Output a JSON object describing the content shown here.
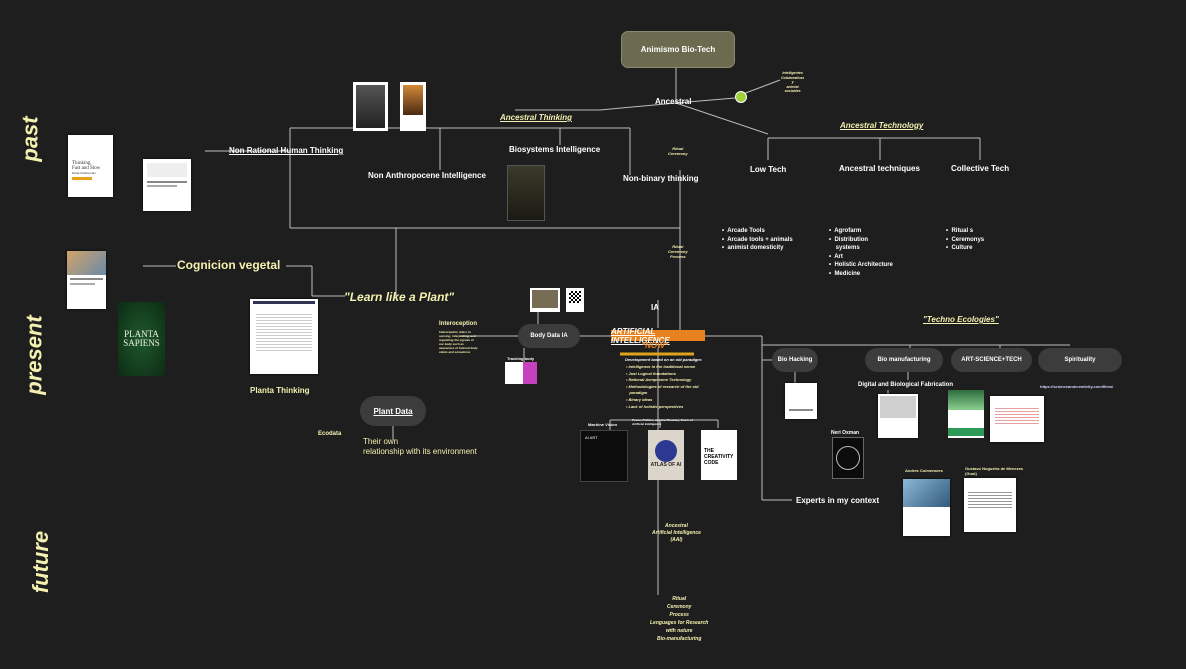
{
  "side_labels": {
    "past": "past",
    "present": "present",
    "future": "future"
  },
  "root": "Animismo Bio-Tech",
  "ancestral": "Ancestral",
  "ancestral_side_note": "Intelligentes\nColaborativas\ny\nanimist\nsociables",
  "ancestral_thinking": "Ancestral Thinking",
  "ancestral_technology": "Ancestral Technology",
  "non_rational": "Non Rational Human Thinking",
  "non_anthropocene": "Non Anthropocene Intelligence",
  "biosystems": "Biosystems  Intelligence",
  "ritual_ceremony": "Ritual\nCeremony",
  "non_binary": "Non-binary thinking",
  "low_tech": "Low Tech",
  "ancestral_techniques": "Ancestral techniques",
  "collective_tech": "Collective Tech",
  "low_tech_list": [
    "Arcade Tools",
    "Arcade tools + animals",
    "animist domesticity"
  ],
  "techniques_list": [
    "Agrofarm",
    "Distribution",
    "systems",
    "Art",
    "Holistic Architecture",
    "Medicine"
  ],
  "collective_list": [
    "Ritual s",
    "Ceremonys",
    "Culture"
  ],
  "ritual_ceremony_process": "Ritual\nCeremony\nProcess",
  "cognicion": "Cognicion vegetal",
  "learn_like_plant": "\"Learn like a Plant\"",
  "ia": "IA",
  "interoception": "Interoception",
  "interoception_note": "Interoception refers to\nsensing, interpreting, and\nregulating the signals of\nour body such as\nawareness of internal body\nstates and sensations",
  "body_data": "Body Data IA",
  "tracking_body": "Tracking body",
  "ai_title": "ARTIFICIAL INTELLIGENCE",
  "ai_now": "*NOW*",
  "ai_intro": "Development based on an old paradigm:",
  "ai_list": [
    "Intelligence in the traditional sense",
    "Just Logical foundations",
    "Rational Aempocene Technology",
    "Methodologies of research of the old",
    "paradigm",
    "Binary ideas",
    "Lack of holistic perspectives"
  ],
  "atlas_note": "Power, Politics, and the Planetary Costs of\nArtificial Intelligence",
  "machine_vision": "Machine Vision",
  "techno_ecologies": "\"Techno Ecologies\"",
  "bio_hacking": "Bio Hacking",
  "bio_manufacturing": "Bio manufacturing",
  "art_science_tech": "ART-SCIENCE+TECH",
  "spirituality": "Spirituality",
  "digital_bio_fab": "Digital and Biological Fabrication",
  "url": "https://scienceandcreativity.com/films/",
  "neri": "Neri Oxman",
  "experts": "Experts in my context",
  "andres": "Andres Colmenares",
  "gustavo": "Gustavo Nogueira de Menezes\n(Gust)",
  "planta_thinking": "Planta Thinking",
  "plant_data": "Plant Data",
  "ecodata": "Ecodata",
  "plant_data_desc": "Their own\nrelationship with its environment",
  "future_text": "Ancestral\nArtificial Intelligence\n(AAI)",
  "future_list": "Ritual\nCeremony\nProcess\nLenguages for Research\nwith nature\nBio-manufacturing",
  "book_texts": {
    "thinking": "Thinking,\nFast and Slow",
    "kahneman": "Daniel Kahneman",
    "planta": "PLANTA\nSAPIENS",
    "atlas": "ATLAS OF AI",
    "creativity": "THE\nCREATIVITY\nCODE",
    "aiart": "AI ART"
  },
  "colors": {
    "bg": "#1e1e1e",
    "accent": "#f4f1b0",
    "root_bg": "#6c6b50",
    "ai_orange": "#e8821e",
    "pill": "#3c3c3c"
  }
}
